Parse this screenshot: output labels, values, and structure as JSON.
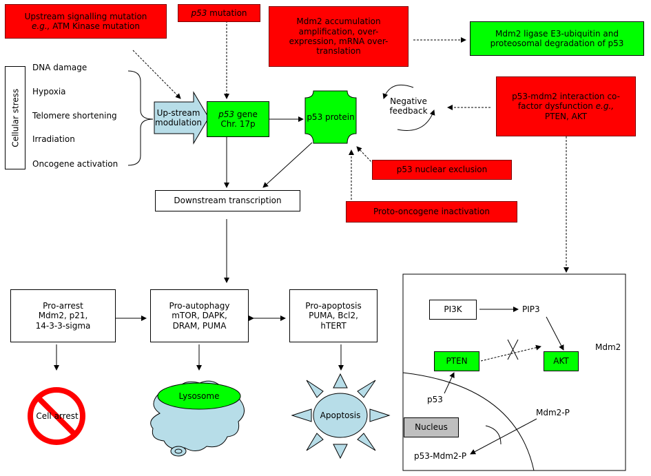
{
  "upstream": {
    "line1": "Upstream signalling mutation",
    "line2_em": "e.g.,",
    "line2_rest": " ATM Kinase mutation"
  },
  "p53_mutation": {
    "em": "p53",
    "rest": " mutation"
  },
  "mdm2_accum": "Mdm2 accumulation amplification, over-expression, mRNA over-translation",
  "mdm2_ligase": "Mdm2 ligase E3-ubiquitin and proteosomal degradation of p53",
  "cofactor": {
    "line1": "p53-mdm2 interaction co-",
    "line2a": "factor dysfunction ",
    "line2_em": "e.g.,",
    "line3": "PTEN, AKT"
  },
  "stress": {
    "title": "Cellular stress",
    "items": [
      "DNA damage",
      "Hypoxia",
      "Telomere shortening",
      "Irradiation",
      "Oncogene activation"
    ]
  },
  "upmod": {
    "line1": "Up-stream",
    "line2": "modulation"
  },
  "gene": {
    "em": "p53",
    "rest": " gene",
    "line2": "Chr. 17p"
  },
  "protein": "p53 protein",
  "feedback": {
    "line1": "Negative",
    "line2": "feedback"
  },
  "nuclear_exclusion": "p53 nuclear exclusion",
  "proto_oncogene": "Proto-oncogene inactivation",
  "downstream": "Downstream transcription",
  "arrest": {
    "lines": [
      "Pro-arrest",
      "Mdm2, p21,",
      "14-3-3-sigma"
    ]
  },
  "autophagy": {
    "lines": [
      "Pro-autophagy",
      "mTOR, DAPK,",
      "DRAM, PUMA"
    ]
  },
  "apoptosis_box": {
    "lines": [
      "Pro-apoptosis",
      "PUMA, Bcl2,",
      "hTERT"
    ]
  },
  "cell_arrest": "Cell arrest",
  "lysosome": "Lysosome",
  "apoptosis": "Apoptosis",
  "inset": {
    "pi3k": "PI3K",
    "pip3": "PIP3",
    "pten": "PTEN",
    "akt": "AKT",
    "mdm2": "Mdm2",
    "p53": "p53",
    "nucleus": "Nucleus",
    "mdm2p": "Mdm2-P",
    "p53mdm2p": "p53-Mdm2-P"
  },
  "colors": {
    "red": "#ff0000",
    "green": "#00ff00",
    "light_blue": "#b7dde8",
    "gray": "#bfbfbf",
    "stroke": "#000000"
  }
}
